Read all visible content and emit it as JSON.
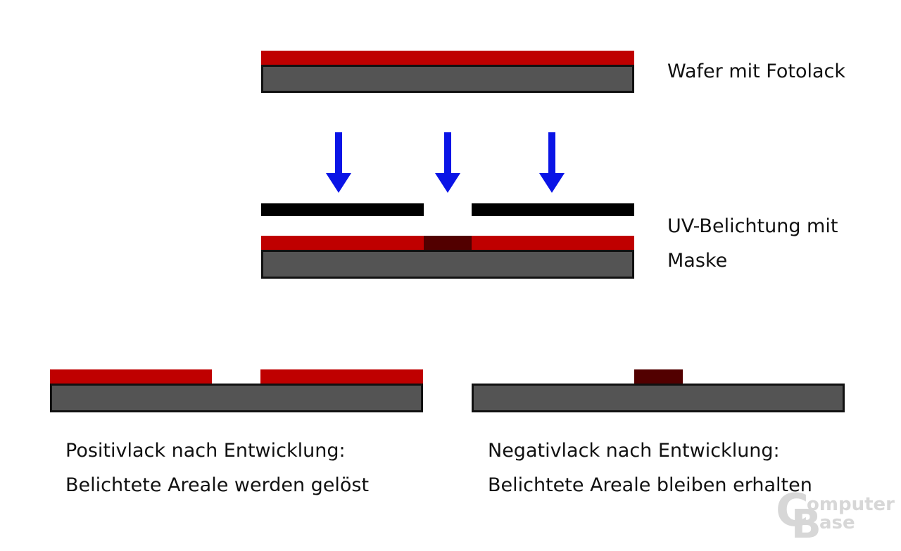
{
  "colors": {
    "wafer": "#545454",
    "wafer_border": "#111111",
    "resist": "#bf0000",
    "resist_exposed": "#520000",
    "mask": "#000000",
    "uv_arrow": "#0a14e6"
  },
  "labels": {
    "step1": "Wafer mit Fotolack",
    "step2_line1": "UV-Belichtung mit",
    "step2_line2": "Maske",
    "positive_line1": "Positivlack nach Entwicklung:",
    "positive_line2": "Belichtete Areale werden gelöst",
    "negative_line1": "Negativlack nach Entwicklung:",
    "negative_line2": "Belichtete Areale bleiben erhalten"
  },
  "watermark": {
    "big_c": "C",
    "big_b": "B",
    "line1": "omputer",
    "line2": "ase"
  }
}
